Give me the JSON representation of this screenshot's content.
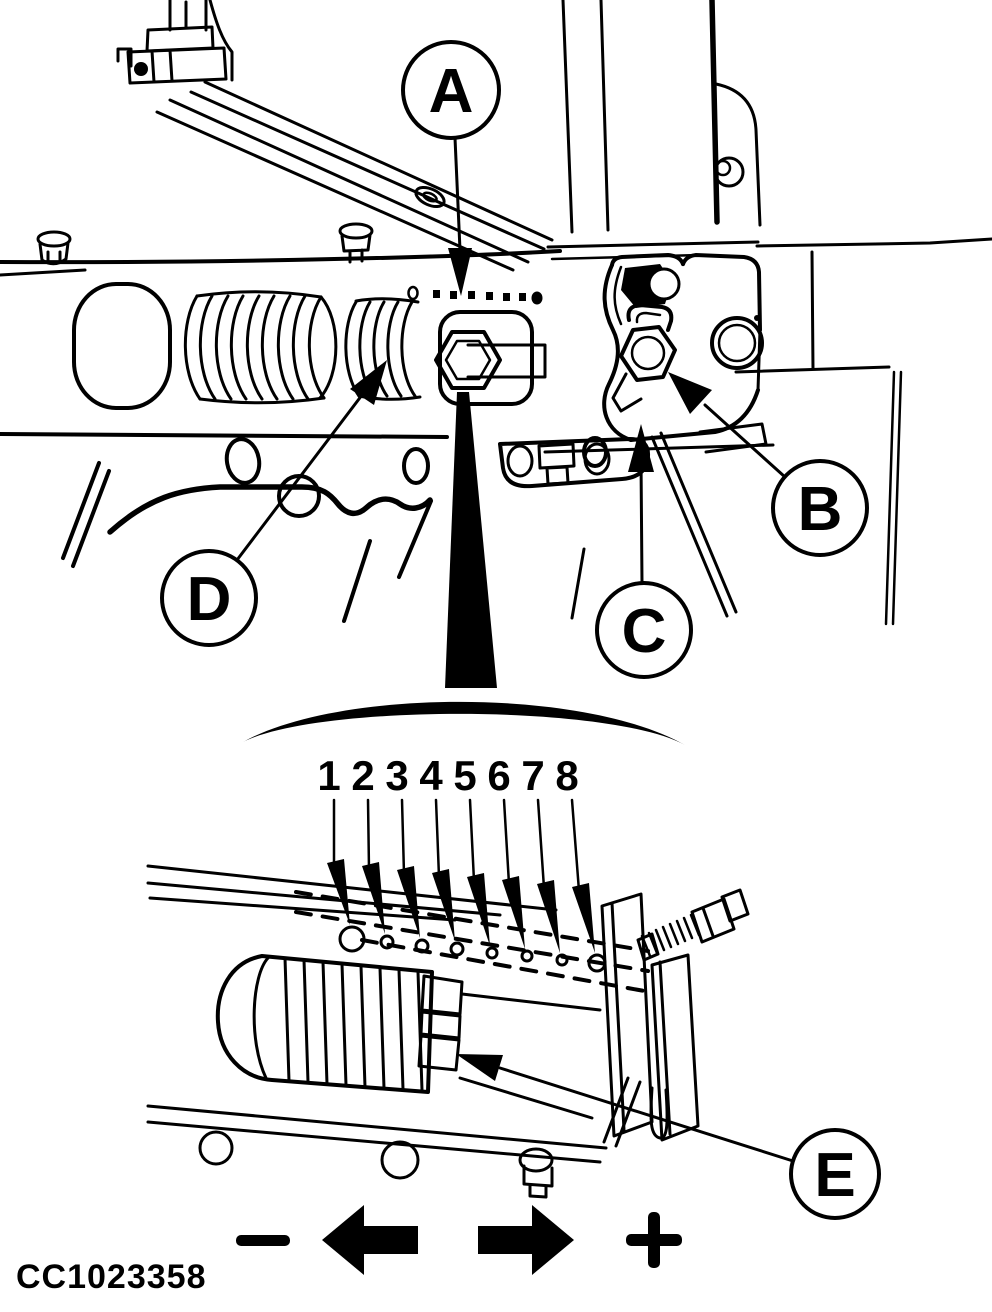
{
  "figure": {
    "part_code": "CC1023358",
    "background_color": "#ffffff",
    "line_color": "#000000",
    "type": "technical-line-diagram"
  },
  "callouts": [
    {
      "label": "A"
    },
    {
      "label": "B"
    },
    {
      "label": "C"
    },
    {
      "label": "D"
    },
    {
      "label": "E"
    }
  ],
  "position_scale": {
    "labels": [
      "1",
      "2",
      "3",
      "4",
      "5",
      "6",
      "7",
      "8"
    ]
  },
  "adjustment_legend": {
    "items": [
      {
        "icon": "minus-icon",
        "symbol": "−"
      },
      {
        "icon": "arrow-left-icon",
        "symbol": "←"
      },
      {
        "icon": "arrow-right-icon",
        "symbol": "→"
      },
      {
        "icon": "plus-icon",
        "symbol": "+"
      }
    ]
  }
}
